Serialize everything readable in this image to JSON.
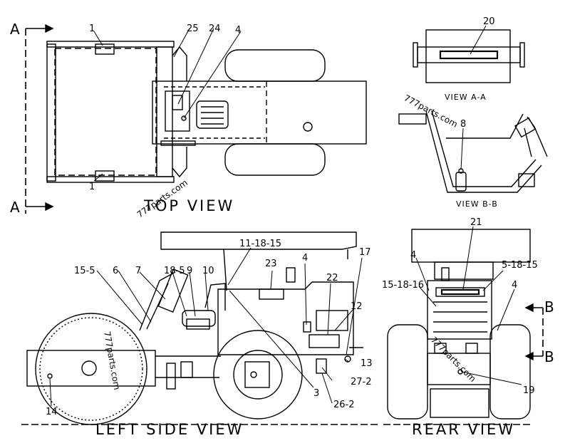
{
  "view_titles": {
    "top": "TOP VIEW",
    "left_side": "LEFT SIDE VIEW",
    "rear": "REAR VIEW",
    "view_aa": "VIEW A-A",
    "view_bb": "VIEW B-B"
  },
  "section_markers": {
    "a_top": "A",
    "a_bottom": "A",
    "b_top": "B",
    "b_bottom": "B"
  },
  "watermark": "777parts.com",
  "callouts": {
    "top_1_upper": "1",
    "top_1_lower": "1",
    "top_25": "25",
    "top_24": "24",
    "top_4": "4",
    "aa_20": "20",
    "bb_8": "8",
    "side_11_18_15": "11-18-15",
    "side_15_5": "15-5",
    "side_6": "6",
    "side_7": "7",
    "side_18_5": "18-5",
    "side_9": "9",
    "side_10": "10",
    "side_23": "23",
    "side_4": "4",
    "side_17": "17",
    "side_22": "22",
    "side_12": "12",
    "side_13": "13",
    "side_27_2": "27-2",
    "side_26_2": "26-2",
    "side_3": "3",
    "side_14": "14",
    "rear_21": "21",
    "rear_4_left": "4",
    "rear_5_18_15": "5-18-15",
    "rear_15_18_16": "15-18-16",
    "rear_4_right": "4",
    "rear_19": "19"
  }
}
